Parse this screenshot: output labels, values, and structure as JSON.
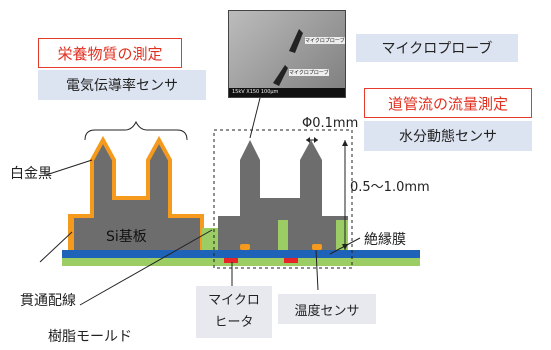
{
  "labels": {
    "nutrient_title": "栄養物質の測定",
    "conductivity_sensor": "電気伝導率センサ",
    "micro_probe": "マイクロプローブ",
    "flow_title": "道管流の流量測定",
    "water_sensor": "水分動態センサ",
    "diameter": "Φ0.1mm",
    "height": "0.5～1.0mm",
    "platinum_black": "白金黒",
    "substrate": "Si基板",
    "insulation": "絶縁膜",
    "through_wire": "貫通配線",
    "resin_mold": "樹脂モールド",
    "micro_heater": "マイクロ\nヒータ",
    "temp_sensor": "温度センサ"
  },
  "sem_image": {
    "probe_label_1": "マイクロプローブ",
    "probe_label_2": "マイクロプローブ",
    "footer": "15kV   X150  100μm"
  },
  "colors": {
    "red_accent": "#e63a2b",
    "blue_box": "#dde4f1",
    "grey_box": "#e7e9ee",
    "silicon": "#6d6d6d",
    "platinum_orange": "#f59a1c",
    "insulation_blue": "#1f63b8",
    "resin_green": "#9ccc64",
    "heater_red": "#e8242b"
  }
}
